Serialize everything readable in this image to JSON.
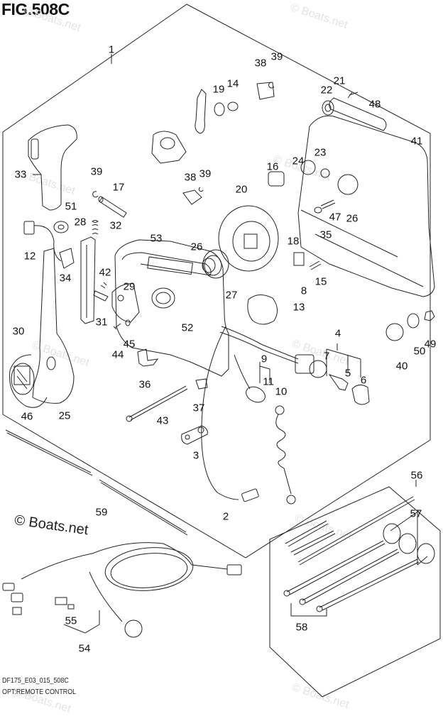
{
  "figure": {
    "title": "FIG.508C",
    "code": "DF175_E03_015_508C",
    "name": "OPT:REMOTE CONTROL"
  },
  "watermark": {
    "text": "© Boats.net",
    "copyright_label": "© Boats.net"
  },
  "callouts": [
    {
      "id": "1",
      "label": "1"
    },
    {
      "id": "2",
      "label": "2"
    },
    {
      "id": "3",
      "label": "3"
    },
    {
      "id": "4",
      "label": "4"
    },
    {
      "id": "5",
      "label": "5"
    },
    {
      "id": "6",
      "label": "6"
    },
    {
      "id": "7",
      "label": "7"
    },
    {
      "id": "8",
      "label": "8"
    },
    {
      "id": "9",
      "label": "9"
    },
    {
      "id": "10",
      "label": "10"
    },
    {
      "id": "11",
      "label": "11"
    },
    {
      "id": "12",
      "label": "12"
    },
    {
      "id": "13",
      "label": "13"
    },
    {
      "id": "14",
      "label": "14"
    },
    {
      "id": "15",
      "label": "15"
    },
    {
      "id": "16",
      "label": "16"
    },
    {
      "id": "17",
      "label": "17"
    },
    {
      "id": "18",
      "label": "18"
    },
    {
      "id": "19",
      "label": "19"
    },
    {
      "id": "20",
      "label": "20"
    },
    {
      "id": "21",
      "label": "21"
    },
    {
      "id": "22",
      "label": "22"
    },
    {
      "id": "23",
      "label": "23"
    },
    {
      "id": "24",
      "label": "24"
    },
    {
      "id": "25",
      "label": "25"
    },
    {
      "id": "26a",
      "label": "26"
    },
    {
      "id": "26b",
      "label": "26"
    },
    {
      "id": "27",
      "label": "27"
    },
    {
      "id": "28",
      "label": "28"
    },
    {
      "id": "29",
      "label": "29"
    },
    {
      "id": "30",
      "label": "30"
    },
    {
      "id": "31",
      "label": "31"
    },
    {
      "id": "32",
      "label": "32"
    },
    {
      "id": "33",
      "label": "33"
    },
    {
      "id": "34",
      "label": "34"
    },
    {
      "id": "35",
      "label": "35"
    },
    {
      "id": "36",
      "label": "36"
    },
    {
      "id": "37",
      "label": "37"
    },
    {
      "id": "38a",
      "label": "38"
    },
    {
      "id": "38b",
      "label": "38"
    },
    {
      "id": "39a",
      "label": "39"
    },
    {
      "id": "39b",
      "label": "39"
    },
    {
      "id": "39c",
      "label": "39"
    },
    {
      "id": "40",
      "label": "40"
    },
    {
      "id": "41",
      "label": "41"
    },
    {
      "id": "42",
      "label": "42"
    },
    {
      "id": "43",
      "label": "43"
    },
    {
      "id": "44",
      "label": "44"
    },
    {
      "id": "45",
      "label": "45"
    },
    {
      "id": "46",
      "label": "46"
    },
    {
      "id": "47",
      "label": "47"
    },
    {
      "id": "48",
      "label": "48"
    },
    {
      "id": "49",
      "label": "49"
    },
    {
      "id": "50",
      "label": "50"
    },
    {
      "id": "51",
      "label": "51"
    },
    {
      "id": "52",
      "label": "52"
    },
    {
      "id": "53",
      "label": "53"
    },
    {
      "id": "54",
      "label": "54"
    },
    {
      "id": "55",
      "label": "55"
    },
    {
      "id": "56",
      "label": "56"
    },
    {
      "id": "57",
      "label": "57"
    },
    {
      "id": "58",
      "label": "58"
    },
    {
      "id": "59",
      "label": "59"
    }
  ]
}
